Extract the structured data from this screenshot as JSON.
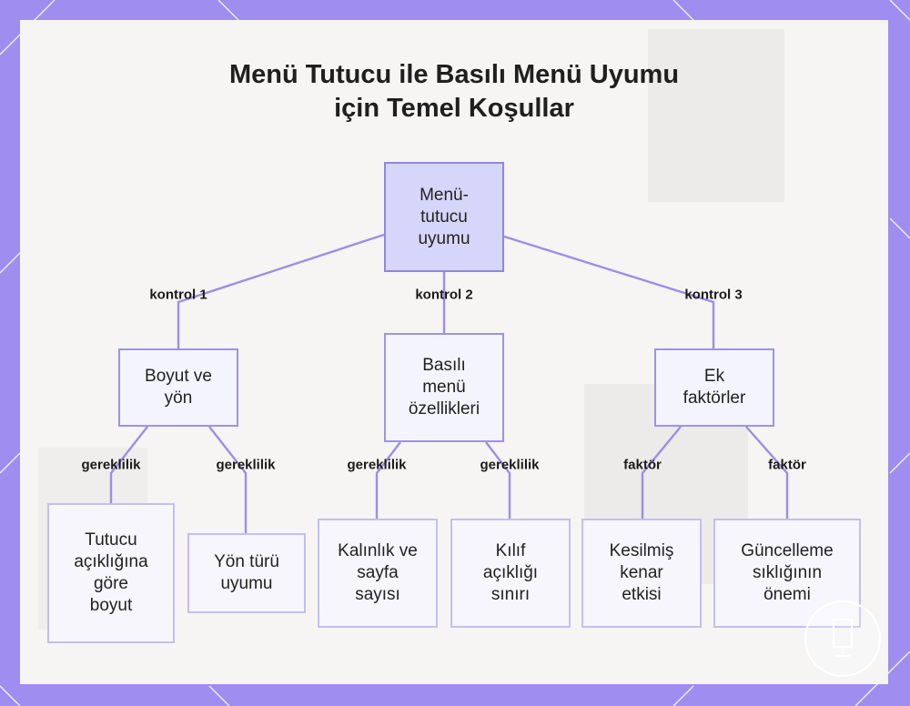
{
  "title": {
    "line1": "Menü Tutucu ile Basılı Menü Uyumu",
    "line2": "için Temel Koşullar"
  },
  "nodes": {
    "root": [
      "Menü-",
      "tutucu",
      "uyumu"
    ],
    "size": [
      "Boyut ve",
      "yön"
    ],
    "printed": [
      "Basılı",
      "menü",
      "özellikleri"
    ],
    "extra": [
      "Ek",
      "faktörler"
    ],
    "holder_size": [
      "Tutucu",
      "açıklığına",
      "göre",
      "boyut"
    ],
    "orientation": [
      "Yön türü",
      "uyumu"
    ],
    "thickness": [
      "Kalınlık ve",
      "sayfa",
      "sayısı"
    ],
    "sleeve": [
      "Kılıf",
      "açıklığı",
      "sınırı"
    ],
    "cut_edge": [
      "Kesilmiş",
      "kenar",
      "etkisi"
    ],
    "update_freq": [
      "Güncelleme",
      "sıklığının",
      "önemi"
    ]
  },
  "edge_labels": {
    "control1": "kontrol 1",
    "control2": "kontrol 2",
    "control3": "kontrol 3",
    "req_a": "gereklilik",
    "req_b": "gereklilik",
    "req_c": "gereklilik",
    "req_d": "gereklilik",
    "factor_a": "faktör",
    "factor_b": "faktör"
  },
  "colors": {
    "frame": "#a08df0",
    "edge": "#9d8ee6",
    "root_fill": "#d6d6fa"
  }
}
